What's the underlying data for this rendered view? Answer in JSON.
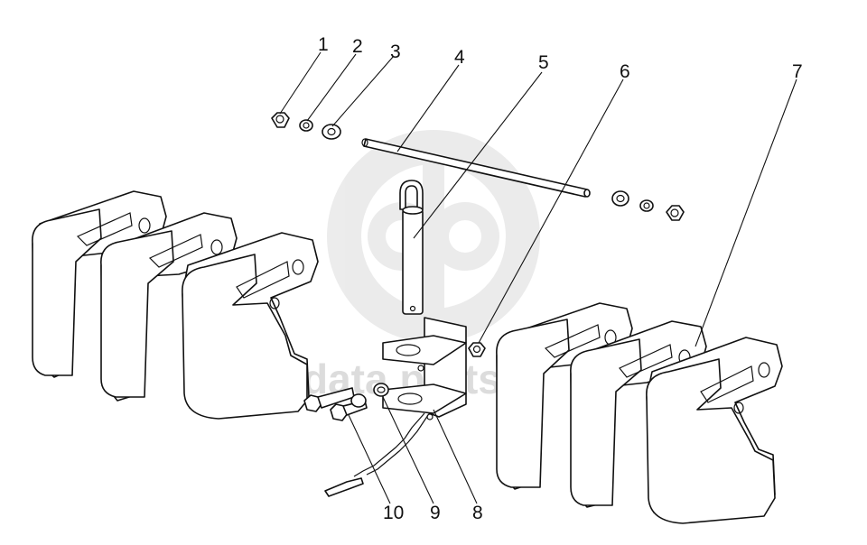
{
  "diagram": {
    "callouts": [
      "1",
      "2",
      "3",
      "4",
      "5",
      "6",
      "7",
      "8",
      "9",
      "10"
    ]
  },
  "watermark": {
    "text": "data parts",
    "color": "#d4d4d4"
  },
  "colors": {
    "line": "#111111",
    "background": "#ffffff"
  }
}
